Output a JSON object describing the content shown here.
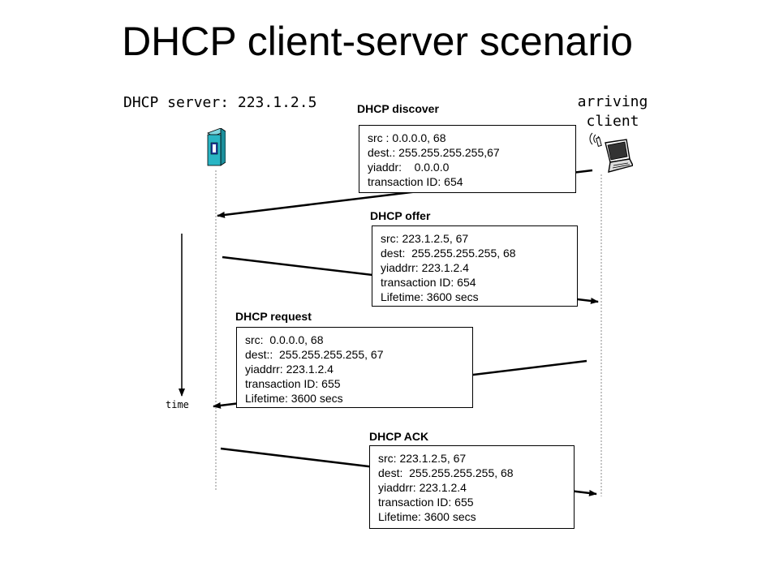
{
  "title": "DHCP client-server scenario",
  "server_label": "DHCP server: 223.1.2.5",
  "client_label": [
    "arriving",
    "client"
  ],
  "time_label": "time",
  "messages": [
    {
      "title": "DHCP discover",
      "lines": [
        "src : 0.0.0.0, 68",
        "dest.: 255.255.255.255,67",
        "yiaddr:    0.0.0.0",
        "transaction ID: 654"
      ]
    },
    {
      "title": "DHCP offer",
      "lines": [
        "src: 223.1.2.5, 67",
        "dest:  255.255.255.255, 68",
        "yiaddrr: 223.1.2.4",
        "transaction ID: 654",
        "Lifetime: 3600 secs"
      ]
    },
    {
      "title": "DHCP request",
      "lines": [
        "src:  0.0.0.0, 68",
        "dest::  255.255.255.255, 67",
        "yiaddrr: 223.1.2.4",
        "transaction ID: 655",
        "Lifetime: 3600 secs"
      ]
    },
    {
      "title": "DHCP ACK",
      "lines": [
        "src: 223.1.2.5, 67",
        "dest:  255.255.255.255, 68",
        "yiaddrr: 223.1.2.4",
        "transaction ID: 655",
        "Lifetime: 3600 secs"
      ]
    }
  ],
  "colors": {
    "server_body": "#29b5c4",
    "server_panel": "#1f3fa0",
    "line": "#000000"
  },
  "icons": {
    "server": "server-tower-icon",
    "client": "laptop-wireless-icon"
  }
}
